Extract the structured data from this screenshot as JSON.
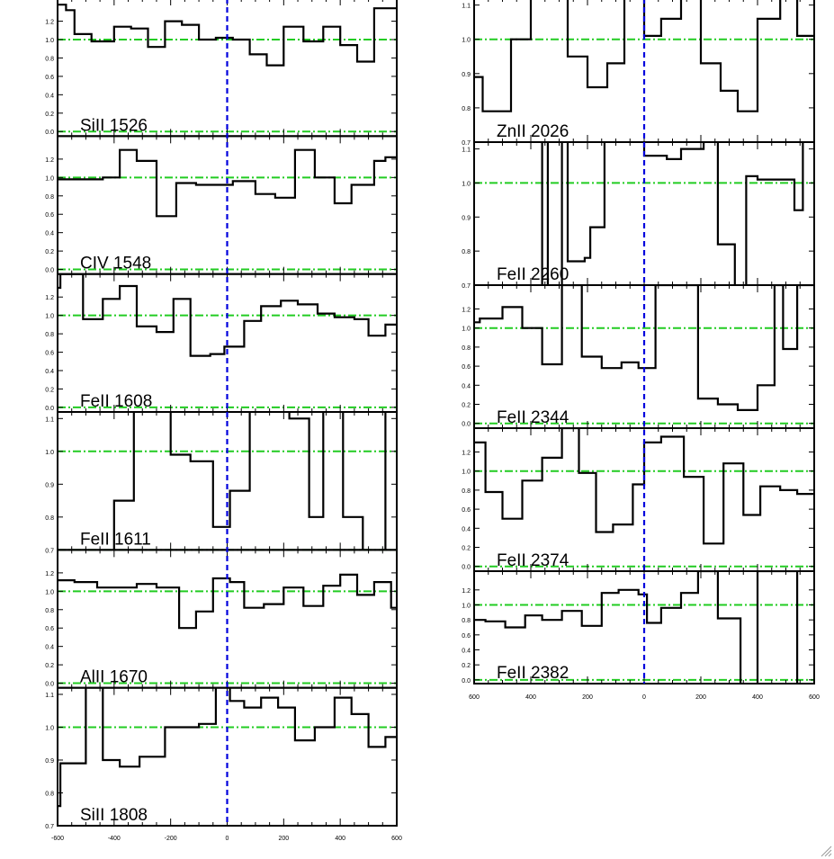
{
  "chart_data": {
    "type": "line",
    "step": true,
    "grid": false,
    "columns": [
      {
        "name": "left",
        "xlim": [
          -600,
          600
        ],
        "xticks": [
          -600,
          -400,
          -200,
          0,
          200,
          400,
          600
        ],
        "xtick_labels": [
          "-600",
          "-400",
          "-200",
          "0",
          "200",
          "400",
          "600"
        ],
        "panels": [
          {
            "label": "SiII 1526",
            "ylim": [
              -0.05,
              1.45
            ],
            "yticks": [
              0.0,
              0.2,
              0.4,
              0.6,
              0.8,
              1.0,
              1.2
            ],
            "ytick_labels": [
              "0.0",
              "0.2",
              "0.4",
              "0.6",
              "0.8",
              "1.0",
              "1.2"
            ],
            "continuum": 1.0,
            "zero": 0.0,
            "x": [
              -600,
              -570,
              -540,
              -480,
              -400,
              -340,
              -280,
              -220,
              -160,
              -100,
              -40,
              20,
              80,
              140,
              200,
              270,
              340,
              400,
              460,
              520,
              580,
              600
            ],
            "y": [
              1.38,
              1.32,
              1.06,
              0.98,
              1.14,
              1.12,
              0.92,
              1.2,
              1.16,
              1.0,
              1.02,
              1.0,
              0.84,
              0.72,
              1.14,
              0.98,
              1.14,
              0.94,
              0.76,
              1.34,
              1.34
            ]
          },
          {
            "label": "CIV 1548",
            "ylim": [
              -0.05,
              1.45
            ],
            "yticks": [
              0.0,
              0.2,
              0.4,
              0.6,
              0.8,
              1.0,
              1.2
            ],
            "ytick_labels": [
              "0.0",
              "0.2",
              "0.4",
              "0.6",
              "0.8",
              "1.0",
              "1.2"
            ],
            "continuum": 1.0,
            "zero": 0.0,
            "x": [
              -600,
              -440,
              -380,
              -320,
              -250,
              -180,
              -110,
              -40,
              20,
              100,
              170,
              240,
              310,
              380,
              440,
              520,
              560,
              600
            ],
            "y": [
              0.98,
              1.0,
              1.3,
              1.18,
              0.58,
              0.94,
              0.92,
              0.92,
              0.96,
              0.82,
              0.78,
              1.3,
              1.0,
              0.72,
              0.92,
              1.18,
              1.22
            ]
          },
          {
            "label": "FeII 1608",
            "ylim": [
              -0.05,
              1.45
            ],
            "yticks": [
              0.0,
              0.2,
              0.4,
              0.6,
              0.8,
              1.0,
              1.2
            ],
            "ytick_labels": [
              "0.0",
              "0.2",
              "0.4",
              "0.6",
              "0.8",
              "1.0",
              "1.2"
            ],
            "continuum": 1.0,
            "zero": 0.0,
            "x": [
              -600,
              -590,
              -510,
              -440,
              -380,
              -320,
              -250,
              -190,
              -130,
              -60,
              -10,
              10,
              60,
              120,
              190,
              250,
              320,
              380,
              450,
              500,
              560,
              600
            ],
            "y": [
              1.3,
              1.45,
              0.96,
              1.18,
              1.32,
              0.88,
              0.82,
              1.18,
              0.56,
              0.58,
              0.66,
              0.66,
              0.94,
              1.1,
              1.16,
              1.12,
              1.02,
              0.98,
              0.96,
              0.78,
              0.9
            ]
          },
          {
            "label": "FeII 1611",
            "ylim": [
              0.7,
              1.12
            ],
            "yticks": [
              0.7,
              0.8,
              0.9,
              1.0,
              1.1
            ],
            "ytick_labels": [
              "0.7",
              "0.8",
              "0.9",
              "1.0",
              "1.1"
            ],
            "continuum": 1.0,
            "zero": 0.7,
            "x": [
              -600,
              -470,
              -400,
              -330,
              -270,
              -200,
              -130,
              -50,
              10,
              80,
              150,
              220,
              290,
              340,
              410,
              480,
              560,
              600
            ],
            "y": [
              0.6,
              0.6,
              0.85,
              1.2,
              1.2,
              0.99,
              0.97,
              0.77,
              0.88,
              1.2,
              1.2,
              1.1,
              0.8,
              1.2,
              0.8,
              0.65,
              1.2
            ]
          },
          {
            "label": "AlII 1670",
            "ylim": [
              -0.05,
              1.45
            ],
            "yticks": [
              0.0,
              0.2,
              0.4,
              0.6,
              0.8,
              1.0,
              1.2
            ],
            "ytick_labels": [
              "0.0",
              "0.2",
              "0.4",
              "0.6",
              "0.8",
              "1.0",
              "1.2"
            ],
            "continuum": 1.0,
            "zero": 0.0,
            "x": [
              -600,
              -540,
              -460,
              -380,
              -320,
              -250,
              -170,
              -110,
              -50,
              10,
              60,
              130,
              200,
              270,
              340,
              400,
              460,
              520,
              580,
              600
            ],
            "y": [
              1.12,
              1.1,
              1.04,
              1.04,
              1.08,
              1.04,
              0.6,
              0.78,
              1.14,
              1.1,
              0.82,
              0.86,
              1.04,
              0.84,
              1.06,
              1.18,
              0.96,
              1.1,
              0.82
            ]
          },
          {
            "label": "SiII 1808",
            "ylim": [
              0.7,
              1.12
            ],
            "yticks": [
              0.7,
              0.8,
              0.9,
              1.0,
              1.1
            ],
            "ytick_labels": [
              "0.7",
              "0.8",
              "0.9",
              "1.0",
              "1.1"
            ],
            "continuum": 1.0,
            "zero": 0.7,
            "x": [
              -600,
              -590,
              -570,
              -500,
              -440,
              -380,
              -310,
              -220,
              -160,
              -100,
              -40,
              10,
              60,
              120,
              180,
              240,
              310,
              380,
              440,
              500,
              560,
              600
            ],
            "y": [
              0.76,
              0.89,
              0.89,
              1.2,
              0.9,
              0.88,
              0.91,
              1.0,
              1.0,
              1.01,
              1.2,
              1.08,
              1.06,
              1.09,
              1.06,
              0.96,
              1.0,
              1.09,
              1.04,
              0.94,
              0.97
            ]
          }
        ]
      },
      {
        "name": "right",
        "xlim": [
          -600,
          600
        ],
        "xticks": [
          -600,
          -400,
          -200,
          0,
          200,
          400,
          600
        ],
        "xtick_labels": [
          "600",
          "400",
          "200",
          "0",
          "200",
          "400",
          "600"
        ],
        "panels": [
          {
            "label": "ZnII 2026",
            "ylim": [
              0.7,
              1.12
            ],
            "yticks": [
              0.7,
              0.8,
              0.9,
              1.0,
              1.1
            ],
            "ytick_labels": [
              "0.7",
              "0.8",
              "0.9",
              "1.0",
              "1.1"
            ],
            "continuum": 1.0,
            "zero": 0.7,
            "x": [
              -600,
              -570,
              -540,
              -470,
              -400,
              -360,
              -270,
              -200,
              -130,
              -70,
              0,
              60,
              130,
              200,
              270,
              330,
              400,
              480,
              540,
              600
            ],
            "y": [
              0.89,
              0.79,
              0.79,
              1.0,
              1.2,
              1.2,
              0.95,
              0.86,
              0.93,
              1.2,
              1.01,
              1.06,
              1.2,
              0.93,
              0.85,
              0.79,
              1.06,
              1.2,
              1.01
            ]
          },
          {
            "label": "FeII 2260",
            "ylim": [
              0.7,
              1.12
            ],
            "yticks": [
              0.7,
              0.8,
              0.9,
              1.0,
              1.1
            ],
            "ytick_labels": [
              "0.7",
              "0.8",
              "0.9",
              "1.0",
              "1.1"
            ],
            "continuum": 1.0,
            "zero": 0.7,
            "x": [
              -600,
              -410,
              -360,
              -340,
              -290,
              -270,
              -210,
              -190,
              -140,
              -60,
              0,
              80,
              130,
              210,
              260,
              320,
              360,
              400,
              480,
              530,
              560,
              600
            ],
            "y": [
              0.3,
              0.3,
              1.2,
              0.3,
              1.2,
              0.77,
              0.78,
              0.87,
              1.2,
              1.2,
              1.08,
              1.07,
              1.1,
              1.2,
              0.82,
              0.5,
              1.02,
              1.01,
              1.01,
              0.92,
              1.2
            ]
          },
          {
            "label": "FeII 2344",
            "ylim": [
              -0.05,
              1.45
            ],
            "yticks": [
              0.0,
              0.2,
              0.4,
              0.6,
              0.8,
              1.0,
              1.2
            ],
            "ytick_labels": [
              "0.0",
              "0.2",
              "0.4",
              "0.6",
              "0.8",
              "1.0",
              "1.2"
            ],
            "continuum": 1.0,
            "zero": 0.0,
            "x": [
              -600,
              -580,
              -500,
              -430,
              -360,
              -290,
              -220,
              -150,
              -80,
              -20,
              40,
              120,
              190,
              260,
              330,
              400,
              460,
              490,
              540,
              560,
              600
            ],
            "y": [
              1.06,
              1.1,
              1.22,
              1.0,
              0.62,
              1.45,
              0.7,
              0.58,
              0.64,
              0.58,
              1.45,
              1.45,
              0.26,
              0.2,
              0.14,
              0.4,
              1.45,
              0.78,
              1.45,
              1.45
            ]
          },
          {
            "label": "FeII 2374",
            "ylim": [
              -0.05,
              1.45
            ],
            "yticks": [
              0.0,
              0.2,
              0.4,
              0.6,
              0.8,
              1.0,
              1.2
            ],
            "ytick_labels": [
              "0.0",
              "0.2",
              "0.4",
              "0.6",
              "0.8",
              "1.0",
              "1.2"
            ],
            "continuum": 1.0,
            "zero": 0.0,
            "x": [
              -600,
              -560,
              -500,
              -430,
              -360,
              -290,
              -230,
              -170,
              -110,
              -40,
              0,
              60,
              140,
              210,
              280,
              350,
              410,
              480,
              540,
              600
            ],
            "y": [
              1.3,
              0.78,
              0.5,
              0.9,
              1.14,
              1.45,
              0.98,
              0.36,
              0.44,
              0.86,
              1.3,
              1.36,
              0.94,
              0.24,
              1.08,
              0.54,
              0.84,
              0.8,
              0.76
            ]
          },
          {
            "label": "FeII 2382",
            "ylim": [
              -0.05,
              1.45
            ],
            "yticks": [
              0.0,
              0.2,
              0.4,
              0.6,
              0.8,
              1.0,
              1.2
            ],
            "ytick_labels": [
              "0.0",
              "0.2",
              "0.4",
              "0.6",
              "0.8",
              "1.0",
              "1.2"
            ],
            "continuum": 1.0,
            "zero": 0.0,
            "x": [
              -600,
              -560,
              -490,
              -420,
              -360,
              -290,
              -220,
              -150,
              -90,
              -20,
              10,
              60,
              130,
              190,
              260,
              340,
              400,
              460,
              540,
              600
            ],
            "y": [
              0.8,
              0.78,
              0.7,
              0.86,
              0.8,
              0.92,
              0.72,
              1.16,
              1.2,
              1.14,
              0.76,
              0.96,
              1.16,
              1.45,
              0.82,
              -0.1,
              1.45,
              1.45,
              -0.1
            ]
          }
        ]
      }
    ],
    "colors": {
      "spectrum": "#000000",
      "continuum": "#22cc22",
      "zero_velocity": "#0000dd",
      "axes": "#000000"
    }
  }
}
